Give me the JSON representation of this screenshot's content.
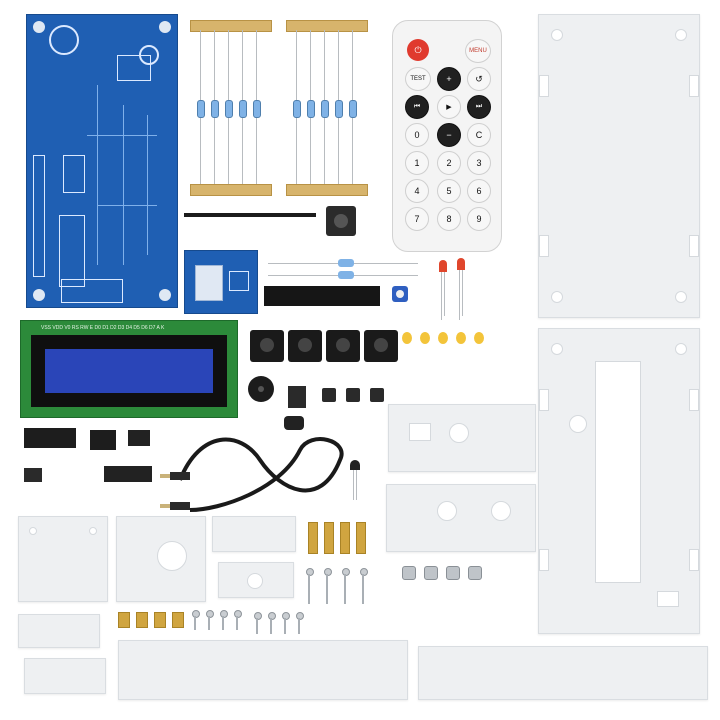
{
  "remote": {
    "power_label": "",
    "menu_label": "MENU",
    "test_label": "TEST",
    "plus_label": "+",
    "back_label": "↺",
    "prev_label": "⏮",
    "play_label": "▶",
    "next_label": "⏭",
    "zero_label": "0",
    "minus_label": "−",
    "c_label": "C",
    "digits": [
      "1",
      "2",
      "3",
      "4",
      "5",
      "6",
      "7",
      "8",
      "9"
    ]
  },
  "lcd": {
    "pin_labels": "VSS VDD V0 RS RW E D0 D1 D2 D3 D4 D5 D6 D7 A K"
  },
  "colors": {
    "pcb_blue": "#1f5fb3",
    "acrylic": "#eef0f2",
    "lcd_screen": "#2a45b8",
    "power_red": "#e03a2e"
  }
}
